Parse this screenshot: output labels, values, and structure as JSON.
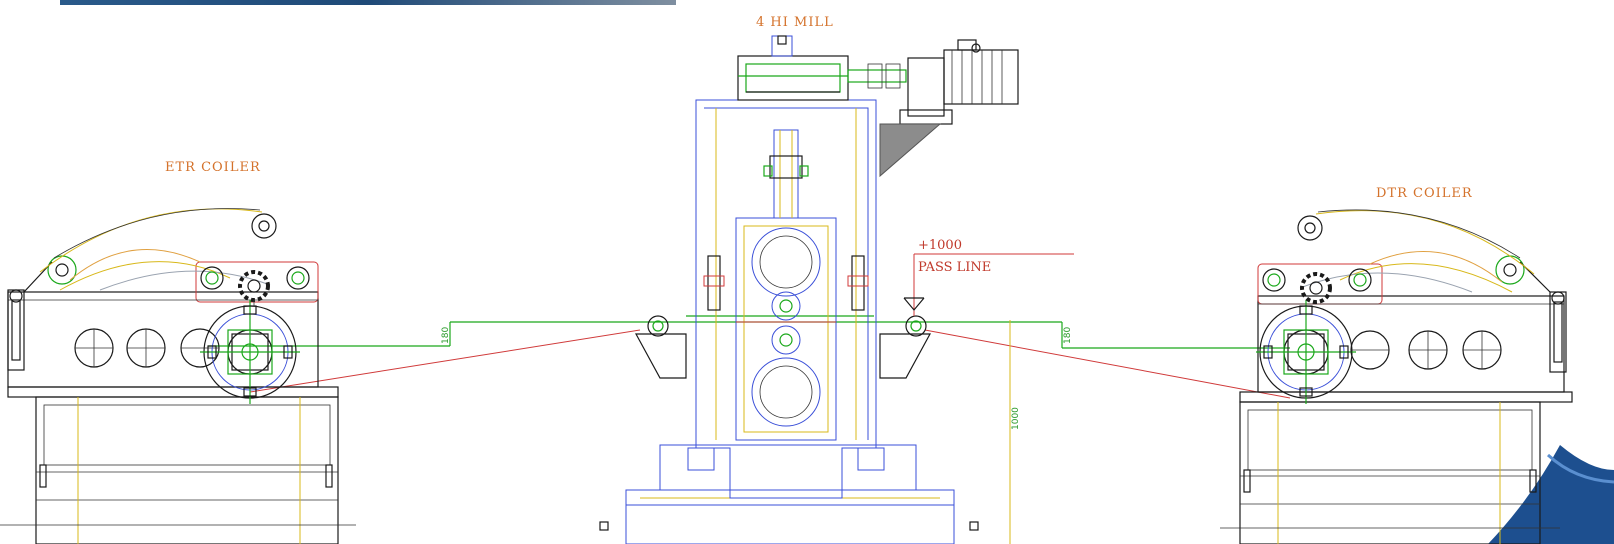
{
  "labels": {
    "mill": "4 HI MILL",
    "etr_coiler": "ETR COILER",
    "dtr_coiler": "DTR COILER",
    "pass_level": "+1000",
    "pass_line": "PASS LINE",
    "dim_left": "180",
    "dim_right": "180",
    "dim_height": "1000"
  },
  "colors": {
    "label": "#d4722b",
    "outline": "#1a1a1a",
    "roll": "#3a4fd8",
    "strip": "#1aa81a",
    "frame_accent": "#d8b81a",
    "annotation": "#d03a3a",
    "banner_top": "#1e4d7a",
    "corner_accent": "#1d4f8f"
  }
}
